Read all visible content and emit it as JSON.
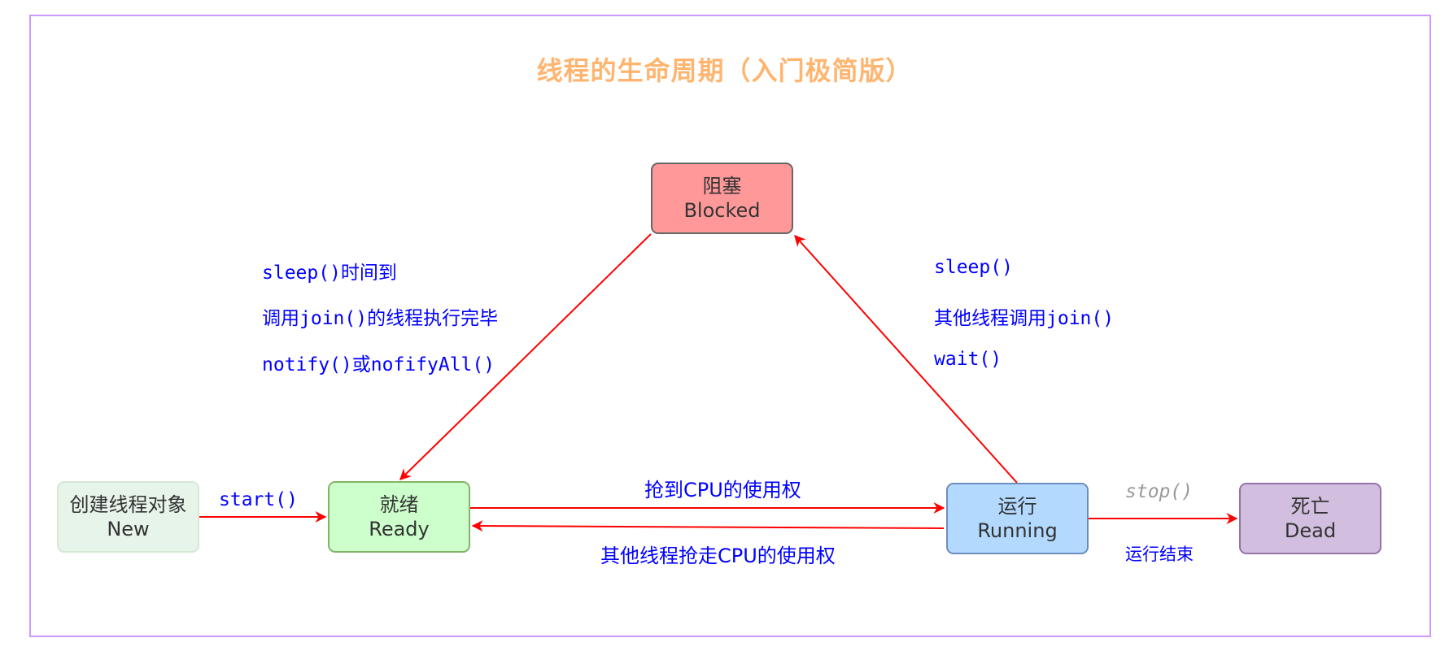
{
  "title": "线程的生命周期（入门极简版）",
  "nodes": {
    "blocked": {
      "line1": "阻塞",
      "line2": "Blocked",
      "fill": "#ff9999"
    },
    "new": {
      "line1": "创建线程对象",
      "line2": "New",
      "fill": "#e6f4ea"
    },
    "ready": {
      "line1": "就绪",
      "line2": "Ready",
      "fill": "#ccffcc"
    },
    "running": {
      "line1": "运行",
      "line2": "Running",
      "fill": "#b3d9ff"
    },
    "dead": {
      "line1": "死亡",
      "line2": "Dead",
      "fill": "#d2bfdf"
    }
  },
  "edges": {
    "start": "start()",
    "ready_to_running": "抢到CPU的使用权",
    "running_to_ready": "其他线程抢走CPU的使用权",
    "running_to_dead_stop": "stop()",
    "running_to_dead_end": "运行结束",
    "blocked_to_ready": [
      "sleep()时间到",
      "调用join()的线程执行完毕",
      "notify()或nofifyAll()"
    ],
    "running_to_blocked": [
      "sleep()",
      "其他线程调用join()",
      "wait()"
    ]
  },
  "colors": {
    "arrow": "#ff0000",
    "label": "#0000ff",
    "title": "#ffb570",
    "frame": "#cc99ff"
  }
}
